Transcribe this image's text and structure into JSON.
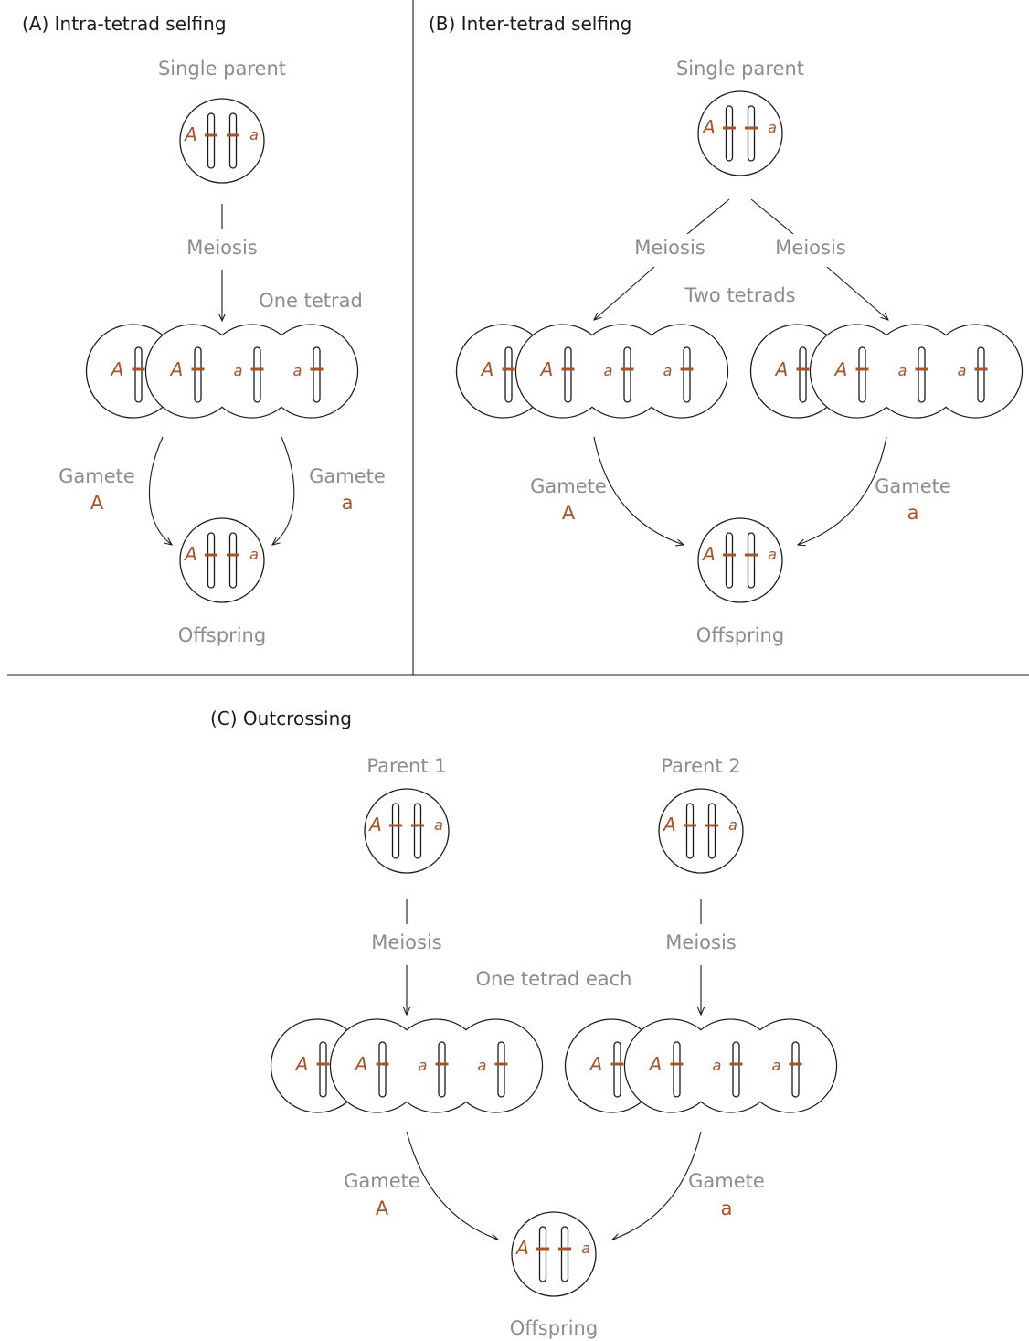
{
  "panels": {
    "a": {
      "title": "(A) Intra-tetrad selfing",
      "parent_label": "Single parent",
      "meiosis_label": "Meiosis",
      "tetrad_label": "One tetrad",
      "gamete_left_label": "Gamete",
      "gamete_left_allele": "A",
      "gamete_right_label": "Gamete",
      "gamete_right_allele": "a",
      "offspring_label": "Offspring"
    },
    "b": {
      "title": "(B) Inter-tetrad selfing",
      "parent_label": "Single parent",
      "meiosis_left_label": "Meiosis",
      "meiosis_right_label": "Meiosis",
      "tetrad_label": "Two tetrads",
      "gamete_left_label": "Gamete",
      "gamete_left_allele": "A",
      "gamete_right_label": "Gamete",
      "gamete_right_allele": "a",
      "offspring_label": "Offspring"
    },
    "c": {
      "title": "(C) Outcrossing",
      "parent1_label": "Parent 1",
      "parent2_label": "Parent 2",
      "meiosis_left_label": "Meiosis",
      "meiosis_right_label": "Meiosis",
      "tetrad_label": "One tetrad each",
      "gamete_left_label": "Gamete",
      "gamete_left_allele": "A",
      "gamete_right_label": "Gamete",
      "gamete_right_allele": "a",
      "offspring_label": "Offspring"
    }
  },
  "alleles": {
    "dominant": "A",
    "recessive": "a",
    "tetrad_spores": [
      "A",
      "A",
      "a",
      "a"
    ]
  },
  "colors": {
    "allele": "#a6532a",
    "label": "#8c8c8c",
    "line": "#1a1a1a"
  }
}
